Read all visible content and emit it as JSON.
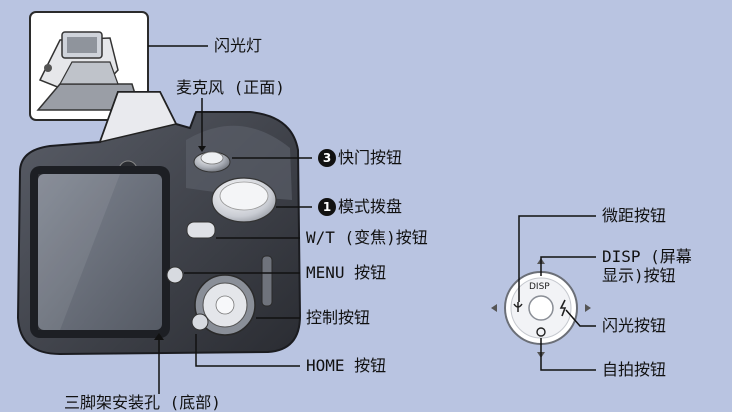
{
  "labels": {
    "flash": "闪光灯",
    "microphone": "麦克风 (正面)",
    "shutter_number": "3",
    "shutter": "快门按钮",
    "mode_number": "1",
    "mode_dial": "模式拨盘",
    "wt": "W/T (变焦)按钮",
    "menu": "MENU 按钮",
    "control": "控制按钮",
    "home": "HOME 按钮",
    "tripod": "三脚架安装孔 (底部)",
    "macro": "微距按钮",
    "disp_line1": "DISP (屏幕",
    "disp_line2": "显示)按钮",
    "flash_button": "闪光按钮",
    "self_timer": "自拍按钮"
  },
  "dial_text": {
    "disp": "DISP"
  },
  "colors": {
    "background": "#b9c4e1",
    "camera_body": "#3a3d45",
    "leader_line": "#111111"
  }
}
